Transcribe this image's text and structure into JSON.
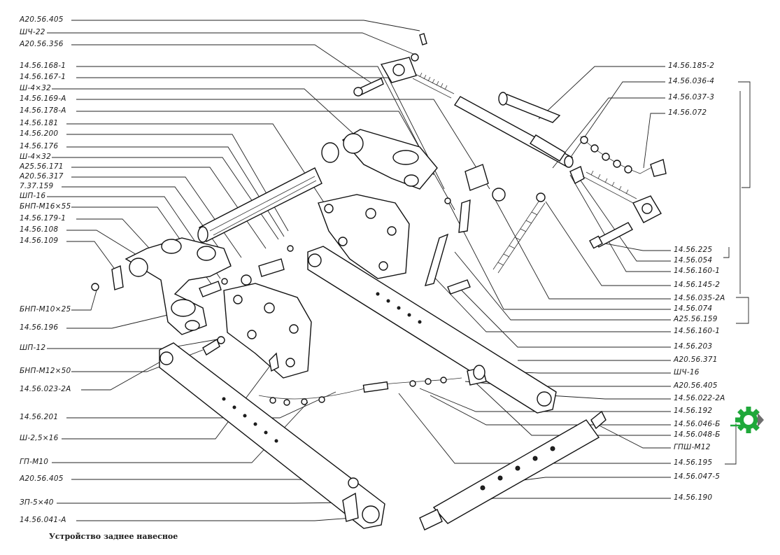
{
  "caption": "Устройство заднее навесное",
  "left_labels": [
    "А20.56.405",
    "ШЧ-22",
    "А20.56.356",
    "14.56.168-1",
    "14.56.167-1",
    "Ш-4×32",
    "14.56.169-А",
    "14.56.178-А",
    "14.56.181",
    "14.56.200",
    "14.56.176",
    "Ш-4×32",
    "А25.56.171",
    "А20.56.317",
    "7.37.159",
    "ШП-16",
    "БНП-М16×55",
    "14.56.179-1",
    "14.56.108",
    "14.56.109",
    "БНП-М10×25",
    "14.56.196",
    "ШП-12",
    "БНП-М12×50",
    "14.56.023-2А",
    "14.56.201",
    "Ш-2,5×16",
    "ГП-М10",
    "А20.56.405",
    "ЗП-5×40",
    "14.56.041-А"
  ],
  "right_labels": [
    "14.56.185-2",
    "14.56.036-4",
    "14.56.037-3",
    "14.56.072",
    "14.56.225",
    "14.56.054",
    "14.56.160-1",
    "14.56.145-2",
    "14.56.035-2А",
    "14.56.074",
    "А25.56.159",
    "14.56.160-1",
    "14.56.203",
    "А20.56.371",
    "ШЧ-16",
    "А20.56.405",
    "14.56.022-2А",
    "14.56.192",
    "14.56.046-Б",
    "14.56.048-Б",
    "ГПШ-М12",
    "14.56.195",
    "14.56.047-5",
    "14.56.190"
  ],
  "colors": {
    "gear_green": "#1fa83a",
    "gear_gray": "#6e6e6e",
    "ink": "#1a1a1a"
  },
  "icons": {
    "watermark": "gear-icon"
  }
}
